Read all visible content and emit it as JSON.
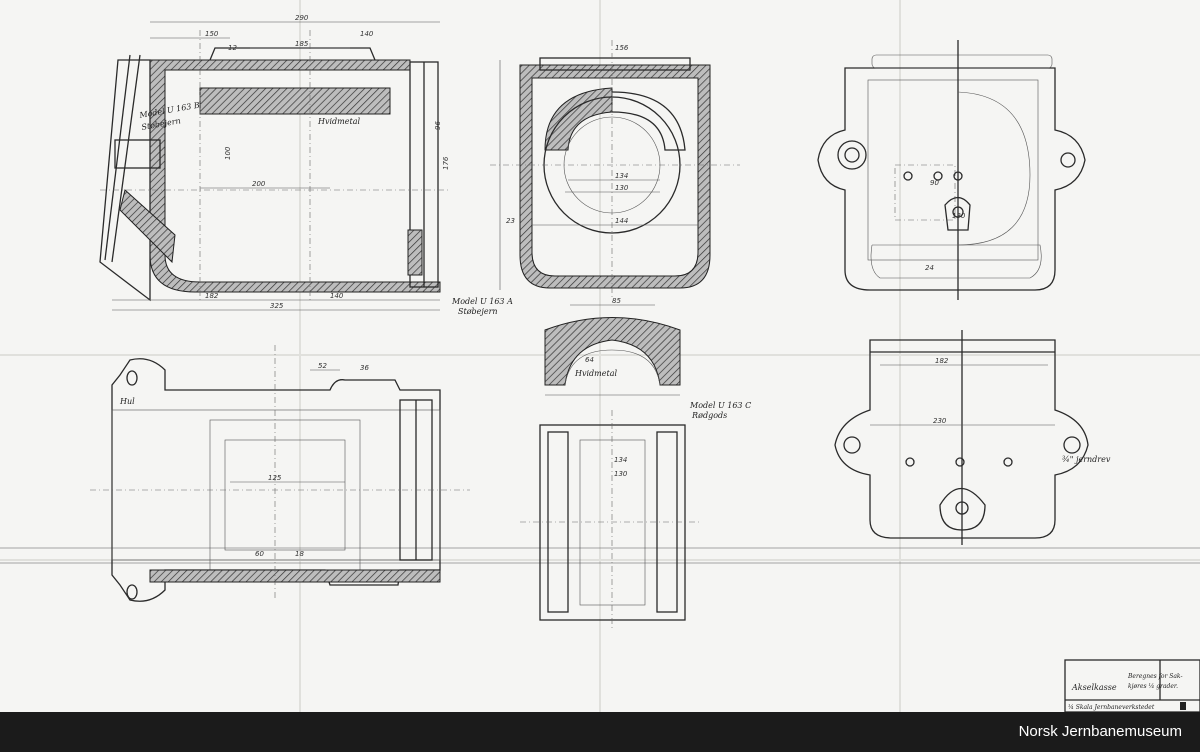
{
  "drawing": {
    "notes": {
      "model_left": "Model U 163 B",
      "stoelejern_left": "Støbejern",
      "hvidmetal_top": "Hvidmetal",
      "model_bottom": "Model U 163 A",
      "stoelejern_bottom": "Støbejern",
      "hvidmetal_mid": "Hvidmetal",
      "model_mid": "Model U 163 C",
      "rodgods": "Rødgods",
      "hullet": "Hul",
      "nitning": "¾\" jerndrev"
    },
    "dims": {
      "d290": "290",
      "d150": "150",
      "d12": "12",
      "d185": "185",
      "d140": "140",
      "d200": "200",
      "d182": "182",
      "d325": "325",
      "d140b": "140",
      "d100": "100",
      "d176": "176",
      "d96": "96",
      "d156": "156",
      "d134": "134",
      "d130": "130",
      "d144": "144",
      "d23": "23",
      "d85": "85",
      "d64": "64",
      "d52": "52",
      "d36": "36",
      "d125": "125",
      "d60": "60",
      "d18": "18",
      "d230": "230",
      "d182r": "182",
      "d90": "90",
      "d130r": "130",
      "d24": "24"
    },
    "title_block": {
      "name": "Akselkasse",
      "note": "Beregnes for Sak-",
      "note2": "kjøres ¼ grader.",
      "company": "¼ Skala Jernbaneverkstedet"
    }
  },
  "watermark": "Norsk Jernbanemuseum"
}
